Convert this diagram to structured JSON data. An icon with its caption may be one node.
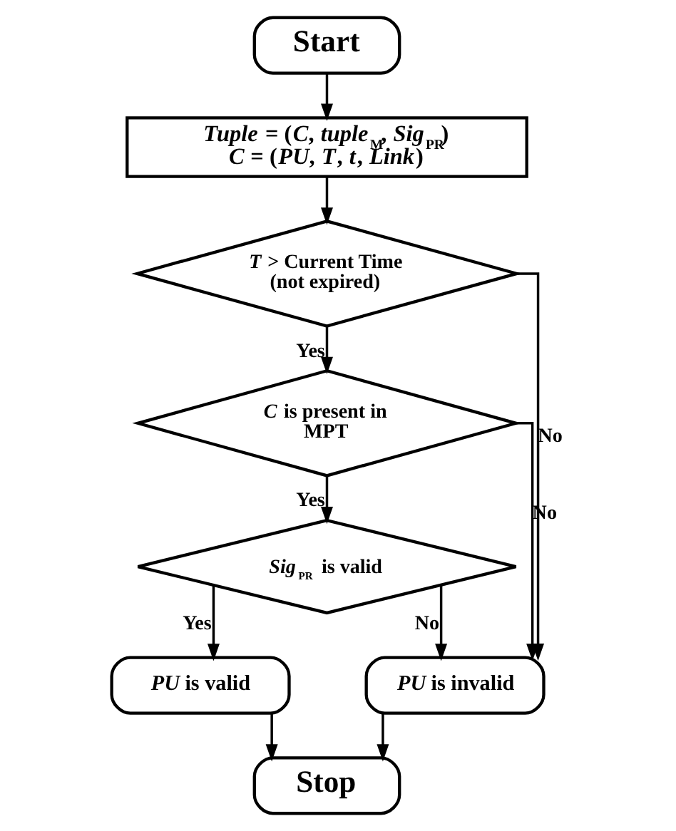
{
  "diagram": {
    "nodes": [
      {
        "text": [
          "Start"
        ]
      },
      {
        "text": [
          "*Tuple* = (*C*, *tuple*$_{M}$, *Sig*$_{PR}$)",
          "*C* = (*PU*, *T*, *t*, *Link*)"
        ]
      },
      {
        "text": [
          "*T* > Current Time (not expired)"
        ]
      },
      {
        "text": [
          "*C* is present in MPT"
        ]
      },
      {
        "text": [
          "*Sig*$_{PR}$ is valid"
        ]
      },
      {
        "text": [
          "*PU* is valid"
        ]
      },
      {
        "text": [
          "*PU* is invalid"
        ]
      },
      {
        "text": [
          "Stop"
        ]
      }
    ],
    "edges": [
      {
        "from": 0,
        "to": 1,
        "arrow": "to"
      },
      {
        "from": 1,
        "to": 2,
        "arrow": "to"
      },
      {
        "from": 2,
        "to": 3,
        "arrow": "to",
        "label": "Yes"
      },
      {
        "from": 3,
        "to": 4,
        "arrow": "to",
        "label": "Yes"
      },
      {
        "from": 4,
        "to": 5,
        "arrow": "to",
        "label": "Yes"
      },
      {
        "from": 5,
        "to": 7,
        "arrow": "to"
      },
      {
        "from": 2,
        "to": 6,
        "arrow": "to",
        "label": "No"
      },
      {
        "from": 3,
        "to": 6,
        "arrow": "to",
        "label": "No"
      },
      {
        "from": 4,
        "to": 6,
        "arrow": "to",
        "label": "No"
      },
      {
        "from": 6,
        "to": 7,
        "arrow": "to"
      }
    ]
  }
}
